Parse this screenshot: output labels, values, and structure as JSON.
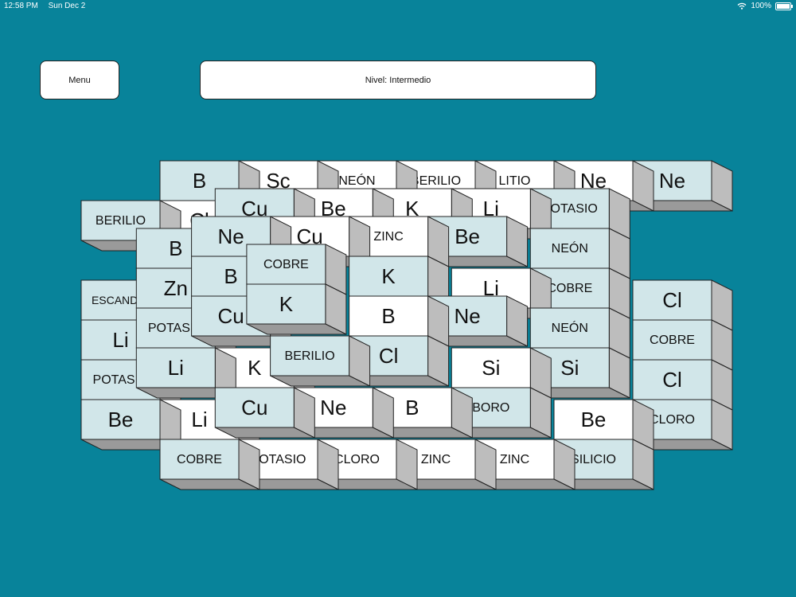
{
  "status": {
    "time": "12:58 PM",
    "date": "Sun Dec 2",
    "battery": "100%"
  },
  "header": {
    "menu_label": "Menu",
    "level_label": "Nivel: Intermedio"
  },
  "colors": {
    "background": "#08839a",
    "tile_blue": "#d1e6e9",
    "tile_white": "#ffffff",
    "tile_side": "#bdbdbd",
    "tile_shadow": "#9a9a9a"
  },
  "tiles": [
    {
      "row": 0,
      "col": 1,
      "z": 0,
      "label": "B",
      "white": false
    },
    {
      "row": 0,
      "col": 2,
      "z": 0,
      "label": "Sc",
      "white": true
    },
    {
      "row": 0,
      "col": 3,
      "z": 0,
      "label": "NEÓN",
      "white": true
    },
    {
      "row": 0,
      "col": 4,
      "z": 0,
      "label": "BERILIO",
      "white": true
    },
    {
      "row": 0,
      "col": 5,
      "z": 0,
      "label": "LITIO",
      "white": true
    },
    {
      "row": 0,
      "col": 6,
      "z": 0,
      "label": "Ne",
      "white": true
    },
    {
      "row": 0,
      "col": 7,
      "z": 0,
      "label": "Ne",
      "white": false
    },
    {
      "row": 1,
      "col": 0,
      "z": 0,
      "label": "BERILIO",
      "white": false
    },
    {
      "row": 1,
      "col": 1,
      "z": 0,
      "label": "Cl",
      "white": true
    },
    {
      "row": 3,
      "col": 0,
      "z": 0,
      "label": "ESCANDIO",
      "white": false
    },
    {
      "row": 4,
      "col": 0,
      "z": 0,
      "label": "Li",
      "white": false
    },
    {
      "row": 5,
      "col": 0,
      "z": 0,
      "label": "POTASIO",
      "white": false
    },
    {
      "row": 6,
      "col": 0,
      "z": 0,
      "label": "Be",
      "white": false
    },
    {
      "row": 6,
      "col": 1,
      "z": 0,
      "label": "Li",
      "white": true
    },
    {
      "row": 6,
      "col": 6,
      "z": 0,
      "label": "Be",
      "white": true
    },
    {
      "row": 3,
      "col": 7,
      "z": 0,
      "label": "Cl",
      "white": false
    },
    {
      "row": 4,
      "col": 7,
      "z": 0,
      "label": "COBRE",
      "white": false
    },
    {
      "row": 5,
      "col": 7,
      "z": 0,
      "label": "Cl",
      "white": false
    },
    {
      "row": 6,
      "col": 7,
      "z": 0,
      "label": "CLORO",
      "white": false
    },
    {
      "row": 7,
      "col": 1,
      "z": 0,
      "label": "COBRE",
      "white": false
    },
    {
      "row": 7,
      "col": 2,
      "z": 0,
      "label": "POTASIO",
      "white": true
    },
    {
      "row": 7,
      "col": 3,
      "z": 0,
      "label": "CLORO",
      "white": true
    },
    {
      "row": 7,
      "col": 4,
      "z": 0,
      "label": "ZINC",
      "white": true
    },
    {
      "row": 7,
      "col": 5,
      "z": 0,
      "label": "ZINC",
      "white": true
    },
    {
      "row": 7,
      "col": 6,
      "z": 0,
      "label": "SILICIO",
      "white": false
    },
    {
      "row": 0.7,
      "col": 1.7,
      "z": 1,
      "label": "Cu",
      "white": false
    },
    {
      "row": 0.7,
      "col": 2.7,
      "z": 1,
      "label": "Be",
      "white": true
    },
    {
      "row": 0.7,
      "col": 3.7,
      "z": 1,
      "label": "K",
      "white": true
    },
    {
      "row": 0.7,
      "col": 4.7,
      "z": 1,
      "label": "Li",
      "white": true
    },
    {
      "row": 0.7,
      "col": 5.7,
      "z": 1,
      "label": "POTASIO",
      "white": false
    },
    {
      "row": 1.7,
      "col": 5.7,
      "z": 1,
      "label": "NEÓN",
      "white": false
    },
    {
      "row": 2.7,
      "col": 5.7,
      "z": 1,
      "label": "COBRE",
      "white": false
    },
    {
      "row": 3.7,
      "col": 5.7,
      "z": 1,
      "label": "NEÓN",
      "white": false
    },
    {
      "row": 4.7,
      "col": 5.7,
      "z": 1,
      "label": "Si",
      "white": false
    },
    {
      "row": 2.7,
      "col": 4.7,
      "z": 1,
      "label": "Li",
      "white": true
    },
    {
      "row": 1.7,
      "col": 0.7,
      "z": 1,
      "label": "B",
      "white": false
    },
    {
      "row": 2.7,
      "col": 0.7,
      "z": 1,
      "label": "Zn",
      "white": false
    },
    {
      "row": 3.7,
      "col": 0.7,
      "z": 1,
      "label": "POTASIO",
      "white": false
    },
    {
      "row": 4.7,
      "col": 0.7,
      "z": 1,
      "label": "Li",
      "white": false
    },
    {
      "row": 4.7,
      "col": 1.7,
      "z": 1,
      "label": "K",
      "white": true
    },
    {
      "row": 4.7,
      "col": 4.7,
      "z": 1,
      "label": "Si",
      "white": true
    },
    {
      "row": 5.7,
      "col": 1.7,
      "z": 1,
      "label": "Cu",
      "white": false
    },
    {
      "row": 5.7,
      "col": 2.7,
      "z": 1,
      "label": "Ne",
      "white": true
    },
    {
      "row": 5.7,
      "col": 3.7,
      "z": 1,
      "label": "B",
      "white": true
    },
    {
      "row": 5.7,
      "col": 4.7,
      "z": 1,
      "label": "BORO",
      "white": false
    },
    {
      "row": 1.4,
      "col": 1.4,
      "z": 2,
      "label": "Ne",
      "white": false
    },
    {
      "row": 1.4,
      "col": 2.4,
      "z": 2,
      "label": "Cu",
      "white": true
    },
    {
      "row": 1.4,
      "col": 3.4,
      "z": 2,
      "label": "ZINC",
      "white": true
    },
    {
      "row": 1.4,
      "col": 4.4,
      "z": 2,
      "label": "Be",
      "white": false
    },
    {
      "row": 2.4,
      "col": 1.4,
      "z": 2,
      "label": "B",
      "white": false
    },
    {
      "row": 3.4,
      "col": 1.4,
      "z": 2,
      "label": "Cu",
      "white": false
    },
    {
      "row": 2.4,
      "col": 3.4,
      "z": 2,
      "label": "K",
      "white": false
    },
    {
      "row": 3.4,
      "col": 3.4,
      "z": 2,
      "label": "B",
      "white": true
    },
    {
      "row": 3.4,
      "col": 4.4,
      "z": 2,
      "label": "Ne",
      "white": false
    },
    {
      "row": 4.4,
      "col": 2.4,
      "z": 2,
      "label": "BERILIO",
      "white": false
    },
    {
      "row": 4.4,
      "col": 3.4,
      "z": 2,
      "label": "Cl",
      "white": false
    },
    {
      "row": 2.1,
      "col": 2.1,
      "z": 3,
      "label": "COBRE",
      "white": false
    },
    {
      "row": 3.1,
      "col": 2.1,
      "z": 3,
      "label": "K",
      "white": false
    }
  ]
}
